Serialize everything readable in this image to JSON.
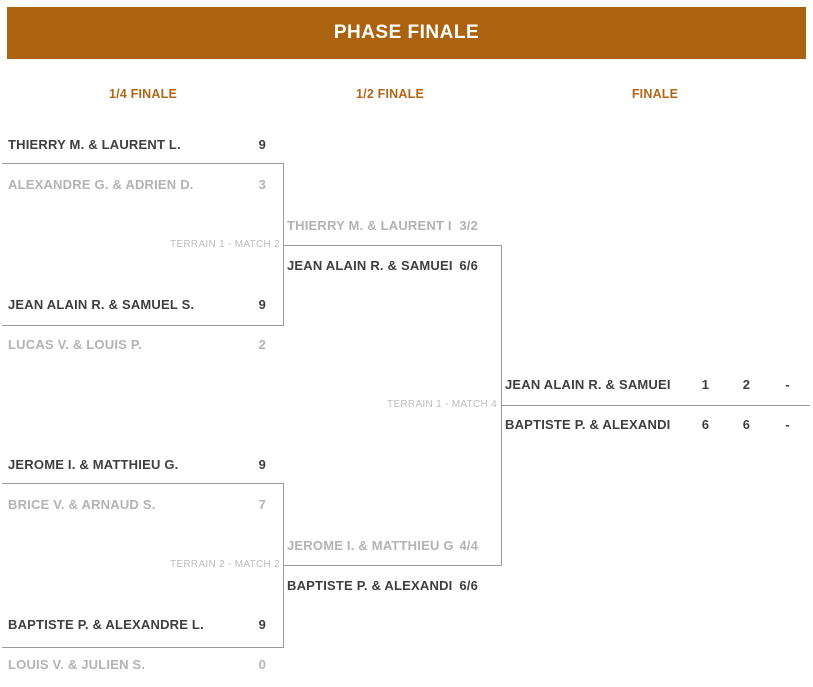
{
  "title": "PHASE FINALE",
  "columns": [
    {
      "label": "1/4 FINALE"
    },
    {
      "label": "1/2 FINALE"
    },
    {
      "label": "FINALE"
    }
  ],
  "colors": {
    "banner_background": "#AC6310",
    "round_header_text": "#B06818",
    "winner_text": "#3F3F3F",
    "loser_text": "#B3B3B3",
    "connector_line": "#9B9B9B"
  },
  "quarterfinals": [
    {
      "terrain": "TERRAIN 1 - MATCH 2",
      "teams": [
        {
          "name": "THIERRY M. & LAURENT L.",
          "score": "9",
          "winner": true
        },
        {
          "name": "ALEXANDRE G. & ADRIEN D.",
          "score": "3",
          "winner": false
        }
      ]
    },
    {
      "terrain": "",
      "teams": [
        {
          "name": "JEAN ALAIN R. & SAMUEL S.",
          "score": "9",
          "winner": true
        },
        {
          "name": "LUCAS V. & LOUIS P.",
          "score": "2",
          "winner": false
        }
      ]
    },
    {
      "terrain": "TERRAIN 2 - MATCH 2",
      "teams": [
        {
          "name": "JEROME I. & MATTHIEU G.",
          "score": "9",
          "winner": true
        },
        {
          "name": "BRICE V. & ARNAUD S.",
          "score": "7",
          "winner": false
        }
      ]
    },
    {
      "terrain": "",
      "teams": [
        {
          "name": "BAPTISTE P. & ALEXANDRE L.",
          "score": "9",
          "winner": true
        },
        {
          "name": "LOUIS V. & JULIEN S.",
          "score": "0",
          "winner": false
        }
      ]
    }
  ],
  "semifinals": [
    {
      "teams": [
        {
          "name": "THIERRY M. & LAURENT I",
          "score": "3/2",
          "winner": false
        },
        {
          "name": "JEAN ALAIN R. & SAMUEI",
          "score": "6/6",
          "winner": true
        }
      ]
    },
    {
      "teams": [
        {
          "name": "JEROME I. & MATTHIEU G",
          "score": "4/4",
          "winner": false
        },
        {
          "name": "BAPTISTE P. & ALEXANDI",
          "score": "6/6",
          "winner": true
        }
      ]
    }
  ],
  "finale": {
    "terrain": "TERRAIN 1 - MATCH 4",
    "teams": [
      {
        "name": "JEAN ALAIN R. & SAMUEI",
        "scores": [
          "1",
          "2",
          "-"
        ]
      },
      {
        "name": "BAPTISTE P. & ALEXANDI",
        "scores": [
          "6",
          "6",
          "-"
        ]
      }
    ]
  }
}
